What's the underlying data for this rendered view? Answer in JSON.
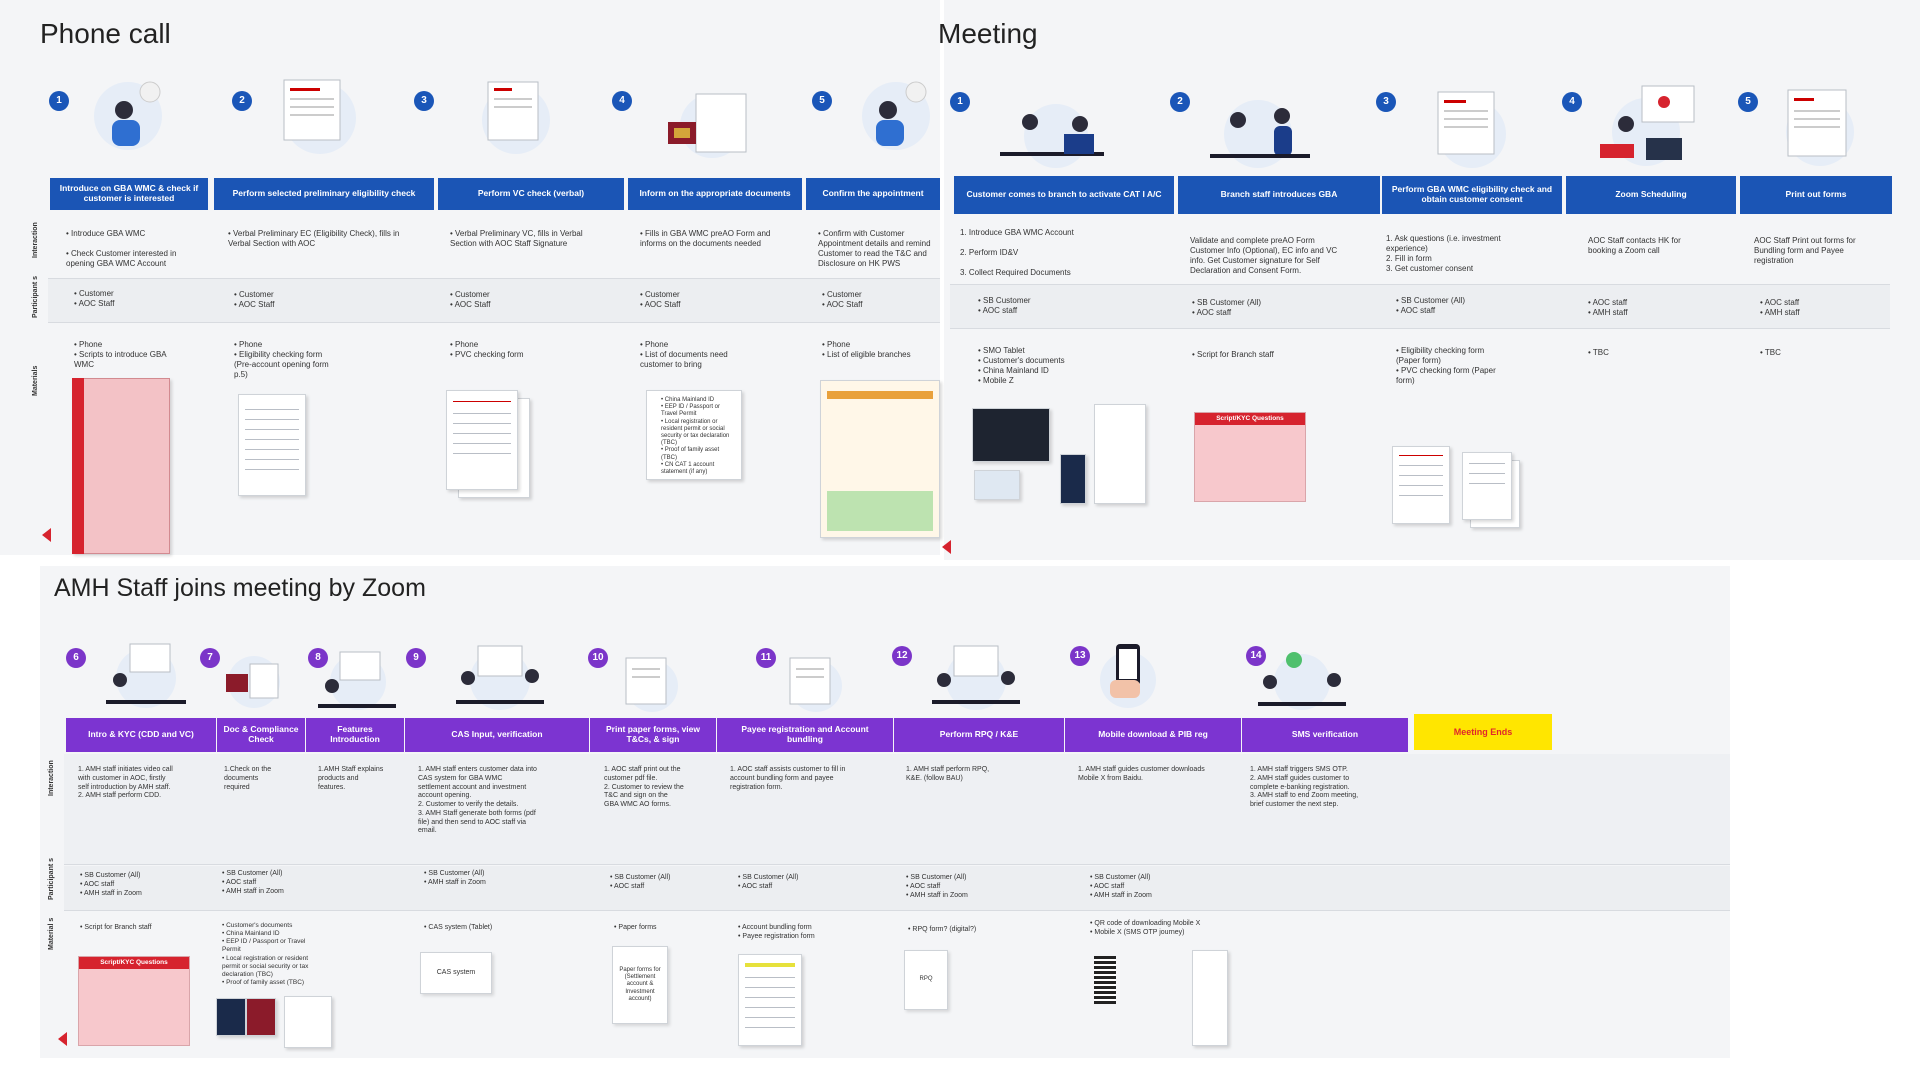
{
  "sections": {
    "phone": {
      "title": "Phone call",
      "rows": {
        "interaction": "Interaction",
        "participants": "Participant s",
        "materials": "Materials"
      },
      "steps": [
        {
          "num": "1",
          "header": "Introduce on GBA WMC & check if customer is interested",
          "interaction": "• Introduce GBA WMC\n\n• Check Customer interested in\n   opening GBA WMC Account",
          "participants": "• Customer\n• AOC Staff",
          "materials": "• Phone\n• Scripts to introduce GBA\n   WMC"
        },
        {
          "num": "2",
          "header": "Perform selected preliminary eligibility check",
          "interaction": "• Verbal Preliminary EC (Eligibility Check), fills in\n   Verbal Section with AOC",
          "participants": "• Customer\n• AOC Staff",
          "materials": "• Phone\n• Eligibility checking form\n   (Pre-account opening form\n   p.5)"
        },
        {
          "num": "3",
          "header": "Perform VC check (verbal)",
          "interaction": "• Verbal Preliminary VC, fills in Verbal\n   Section with AOC Staff Signature",
          "participants": "• Customer\n• AOC Staff",
          "materials": "• Phone\n• PVC checking form"
        },
        {
          "num": "4",
          "header": "Inform on the appropriate documents",
          "interaction": "• Fills in GBA WMC preAO Form and\n   informs on the documents needed",
          "participants": "• Customer\n• AOC Staff",
          "materials": "• Phone\n• List of documents need\n   customer to bring"
        },
        {
          "num": "5",
          "header": "Confirm the appointment",
          "interaction": "• Confirm with Customer\n   Appointment details and remind\n   Customer to read the T&C and\n   Disclosure on HK PWS",
          "participants": "• Customer\n• AOC Staff",
          "materials": "• Phone\n• List of eligible branches"
        }
      ],
      "doc_list": "• China Mainland ID\n• EEP ID / Passport or\n   Travel Permit\n• Local registration or\n   resident permit or social\n   security or tax declaration\n   (TBC)\n• Proof of family asset\n   (TBC)\n• CN CAT 1 account\n   statement (if any)"
    },
    "meeting": {
      "title": "Meeting",
      "steps": [
        {
          "num": "1",
          "header": "Customer comes to branch to activate CAT I A/C",
          "interaction": "1.  Introduce GBA WMC Account\n\n2.  Perform ID&V\n\n3.  Collect Required Documents",
          "participants": "• SB Customer\n• AOC staff",
          "materials": "• SMO Tablet\n• Customer's documents\n        • China Mainland ID\n        • Mobile Z"
        },
        {
          "num": "2",
          "header": "Branch staff introduces GBA",
          "interaction": "Validate and complete preAO Form\nCustomer Info (Optional), EC info and VC\ninfo. Get Customer signature for Self\nDeclaration and Consent Form.",
          "participants": "• SB Customer (All)\n• AOC staff",
          "materials": "• Script for Branch staff"
        },
        {
          "num": "3",
          "header": "Perform GBA WMC eligibility check and obtain customer consent",
          "interaction": "1.  Ask questions (i.e. investment\n     experience)\n2.  Fill in form\n3.  Get customer consent",
          "participants": "• SB Customer (All)\n• AOC staff",
          "materials": "• Eligibility checking form\n   (Paper form)\n• PVC checking form (Paper\n   form)"
        },
        {
          "num": "4",
          "header": "Zoom Scheduling",
          "interaction": "AOC Staff contacts HK for\nbooking a Zoom call",
          "participants": "• AOC staff\n• AMH staff",
          "materials": "• TBC"
        },
        {
          "num": "5",
          "header": "Print out forms",
          "interaction": "AOC Staff Print out forms for\nBundling form and Payee\nregistration",
          "participants": "• AOC staff\n• AMH staff",
          "materials": "• TBC"
        }
      ],
      "script_card": "Script/KYC Questions"
    },
    "zoom": {
      "title": "AMH Staff joins meeting by Zoom",
      "rows": {
        "interaction": "Interaction",
        "participants": "Participant s",
        "materials": "Material s"
      },
      "steps": [
        {
          "num": "6",
          "header": "Intro & KYC (CDD and VC)",
          "interaction": "1.     AMH staff initiates video call\n        with customer in AOC, firstly\n        self introduction by AMH staff.\n2.     AMH staff perform CDD.",
          "participants": "• SB Customer (All)\n• AOC staff\n• AMH staff in Zoom",
          "materials": "• Script for Branch staff"
        },
        {
          "num": "7",
          "header": "Doc & Compliance Check",
          "interaction": "1.Check on the\n   documents\n   required",
          "participants": "• SB Customer (All)\n• AOC staff\n• AMH staff in Zoom",
          "materials": "• Customer's documents\n        • China Mainland ID\n   • EEP ID / Passport or Travel\n              Permit\n   • Local registration or resident\n     permit or social security or tax\n            declaration (TBC)\n   • Proof of family asset (TBC)"
        },
        {
          "num": "8",
          "header": "Features Introduction",
          "interaction": "1.AMH Staff explains\n   products and\n   features.",
          "participants": "",
          "materials": ""
        },
        {
          "num": "9",
          "header": "CAS Input, verification",
          "interaction": "1.     AMH staff enters customer data into\n        CAS system for GBA WMC\n        settlement account and investment\n        account opening.\n2.     Customer to verify the details.\n3.     AMH Staff generate both forms (pdf\n        file) and then send to AOC staff via\n        email.",
          "participants": "• SB Customer (All)\n• AMH staff in Zoom",
          "materials": "• CAS system (Tablet)"
        },
        {
          "num": "10",
          "header": "Print paper forms, view T&Cs, & sign",
          "interaction": "1.  AOC staff print out the\n     customer pdf file.\n2.  Customer to review the\n     T&C and sign on the\n     GBA WMC AO forms.",
          "participants": "• SB Customer (All)\n• AOC staff",
          "materials": "• Paper forms"
        },
        {
          "num": "11",
          "header": "Payee registration and Account bundling",
          "interaction": "1.  AOC staff assists customer to fill in\n     account bundling form and payee\n     registration form.",
          "participants": "• SB Customer (All)\n• AOC staff",
          "materials": "• Account bundling form\n• Payee registration form"
        },
        {
          "num": "12",
          "header": "Perform RPQ / K&E",
          "interaction": "1.     AMH staff perform RPQ,\n        K&E. (follow BAU)",
          "participants": "• SB Customer (All)\n• AOC staff\n• AMH staff in Zoom",
          "materials": "• RPQ form? (digital?)"
        },
        {
          "num": "13",
          "header": "Mobile download & PIB reg",
          "interaction": "1.     AMH staff guides customer downloads\n        Mobile X from Baidu.",
          "participants": "• SB Customer (All)\n• AOC staff\n• AMH staff in Zoom",
          "materials": "• QR code of downloading Mobile X\n• Mobile X (SMS OTP journey)"
        },
        {
          "num": "14",
          "header": "SMS verification",
          "interaction": "1.     AMH staff triggers SMS OTP.\n2.     AMH staff guides customer to\n        complete e-banking registration.\n3.     AMH staff to end Zoom meeting,\n        brief customer the next step.",
          "participants": "",
          "materials": ""
        }
      ],
      "end_label": "Meeting Ends",
      "script_card": "Script/KYC Questions",
      "cas_label": "CAS system",
      "paper_label": "Paper forms for (Settlement account & Investment account)",
      "rpq_label": "RPQ"
    }
  },
  "colors": {
    "blue": "#1b55b5",
    "purple": "#7c34d1",
    "yellow": "#ffe600",
    "red": "#d6232e"
  }
}
